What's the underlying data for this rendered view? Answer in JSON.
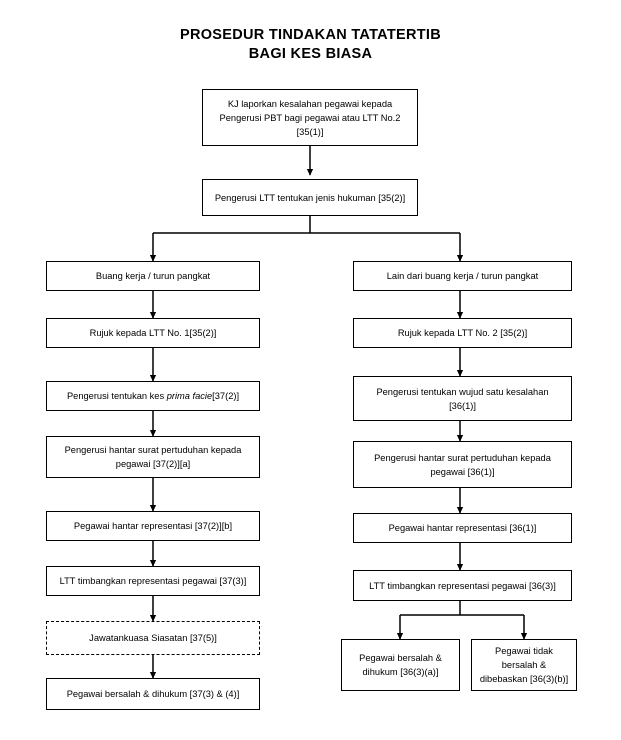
{
  "title": "PROSEDUR TINDAKAN TATATERTIB\nBAGI KES BIASA",
  "colors": {
    "stroke": "#000000",
    "fill": "#ffffff",
    "text": "#000000"
  },
  "nodes": {
    "start": "KJ laporkan kesalahan pegawai kepada\nPengerusi PBT bagi pegawai atau LTT No.2\n[35(1)]",
    "decide_punishment": "Pengerusi LTT tentukan jenis hukuman [35(2)]",
    "left": [
      "Buang kerja / turun pangkat",
      "Rujuk kepada LTT No. 1[35(2)]",
      "Pengerusi tentukan kes prima facie[37(2)]",
      "Pengerusi hantar surat pertuduhan kepada\npegawai [37(2)][a]",
      "Pegawai hantar representasi [37(2)][b]",
      "LTT timbangkan representasi pegawai [37(3)]",
      "Jawatankuasa Siasatan [37(5)]",
      "Pegawai bersalah & dihukum [37(3) & (4)]"
    ],
    "right": [
      "Lain dari buang kerja / turun pangkat",
      "Rujuk kepada LTT No. 2 [35(2)]",
      "Pengerusi tentukan wujud satu kesalahan\n[36(1)]",
      "Pengerusi hantar surat pertuduhan kepada\npegawai [36(1)]",
      "Pegawai hantar representasi [36(1)]",
      "LTT timbangkan representasi pegawai [36(3)]"
    ],
    "outcomes": [
      "Pegawai bersalah &\ndihukum [36(3)(a)]",
      "Pegawai tidak\nbersalah &\ndibebaskan [36(3)(b)]"
    ]
  },
  "italic_phrase": "prima facie"
}
